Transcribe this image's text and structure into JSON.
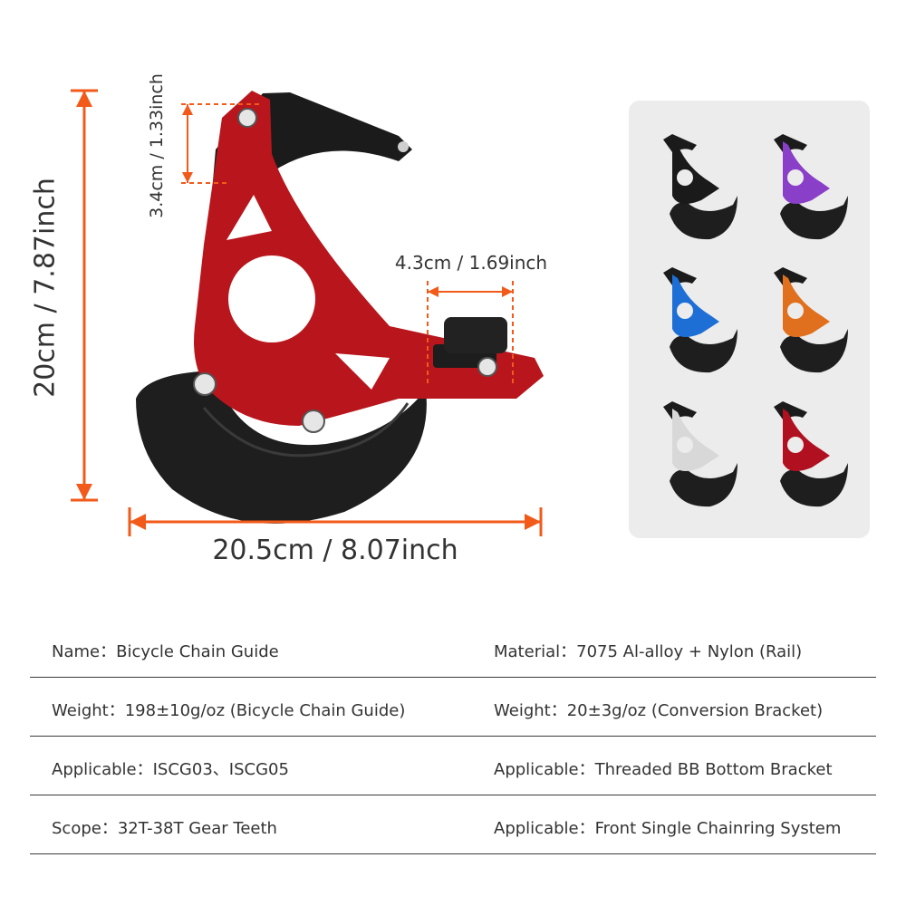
{
  "dimensions": {
    "height": "20cm / 7.87inch",
    "width": "20.5cm / 8.07inch",
    "top_gap": "3.4cm / 1.33inch",
    "bracket": "4.3cm / 1.69inch"
  },
  "colors": {
    "dimension_accent": "#f25a1a",
    "main_frame": "#b8161c",
    "variants": [
      "#1a1a1a",
      "#8a3fc8",
      "#1d6fd6",
      "#e0701e",
      "#d8d8d8",
      "#b01020"
    ]
  },
  "specs": [
    {
      "left": {
        "label": "Name：",
        "value": "Bicycle Chain Guide"
      },
      "right": {
        "label": "Material：",
        "value": "7075 Al-alloy + Nylon (Rail)"
      }
    },
    {
      "left": {
        "label": "Weight：",
        "value": "198±10g/oz (Bicycle Chain Guide)"
      },
      "right": {
        "label": "Weight：",
        "value": "20±3g/oz (Conversion Bracket)"
      }
    },
    {
      "left": {
        "label": "Applicable：",
        "value": "ISCG03、ISCG05"
      },
      "right": {
        "label": "Applicable：",
        "value": "Threaded BB Bottom Bracket"
      }
    },
    {
      "left": {
        "label": "Scope：",
        "value": "32T-38T Gear Teeth"
      },
      "right": {
        "label": "Applicable：",
        "value": "Front Single Chainring System"
      }
    }
  ]
}
